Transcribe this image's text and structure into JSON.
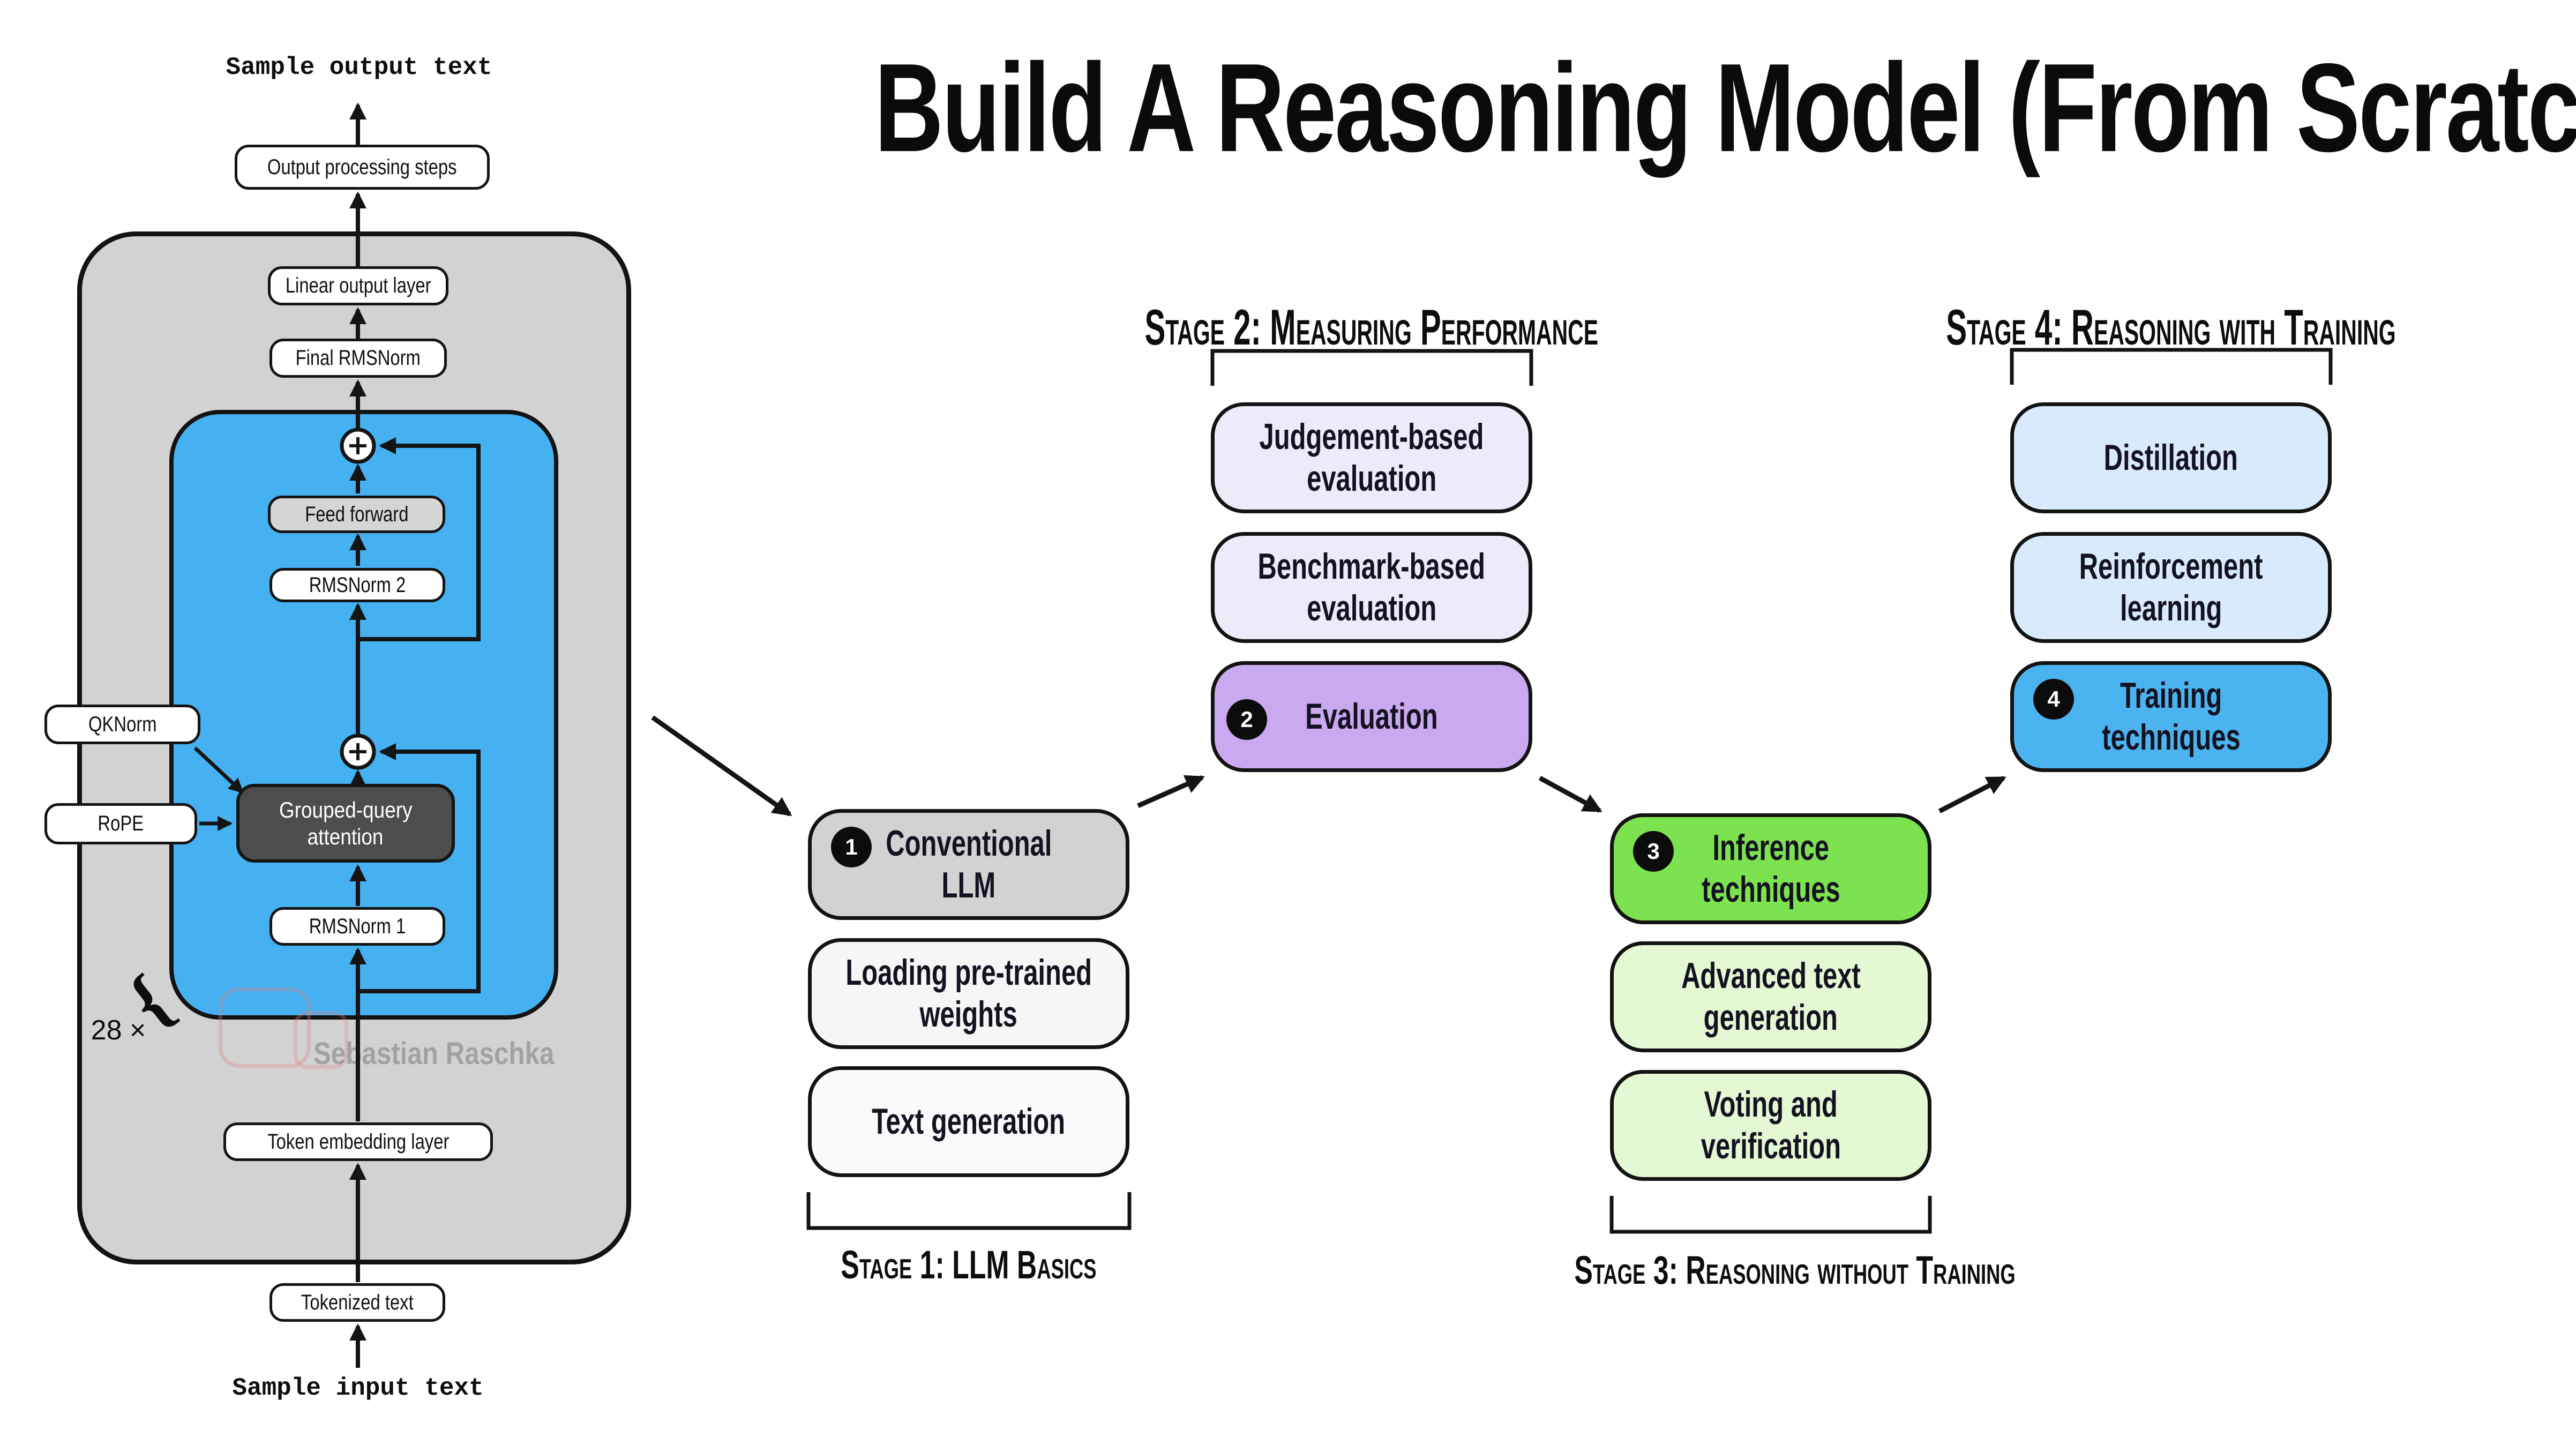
{
  "title": "Build A Reasoning Model (From Scratch)",
  "watermark": {
    "author": "Sebastian Raschka"
  },
  "architecture": {
    "sample_output": "Sample output text",
    "output_processing": "Output processing steps",
    "linear_output": "Linear output layer",
    "final_rmsnorm": "Final RMSNorm",
    "feed_forward": "Feed forward",
    "rmsnorm2": "RMSNorm 2",
    "gqa_lines": [
      "Grouped-query",
      "attention"
    ],
    "rmsnorm1": "RMSNorm 1",
    "qknorm": "QKNorm",
    "rope": "RoPE",
    "token_embedding": "Token embedding layer",
    "tokenized_text": "Tokenized text",
    "sample_input": "Sample input text",
    "repeat_label": "28 ×",
    "repeat_brace": "{"
  },
  "stage1": {
    "label": "Stage 1: LLM Basics",
    "boxes": [
      {
        "badge": "1",
        "lines": [
          "Conventional",
          "LLM"
        ]
      },
      {
        "lines": [
          "Loading pre-trained",
          "weights"
        ]
      },
      {
        "lines": [
          "Text generation"
        ]
      }
    ]
  },
  "stage2": {
    "label": "Stage 2: Measuring Performance",
    "boxes": [
      {
        "lines": [
          "Judgement-based",
          "evaluation"
        ]
      },
      {
        "lines": [
          "Benchmark-based",
          "evaluation"
        ]
      },
      {
        "badge": "2",
        "lines": [
          "Evaluation"
        ]
      }
    ]
  },
  "stage3": {
    "label": "Stage 3: Reasoning without Training",
    "boxes": [
      {
        "badge": "3",
        "lines": [
          "Inference",
          "techniques"
        ]
      },
      {
        "lines": [
          "Advanced text",
          "generation"
        ]
      },
      {
        "lines": [
          "Voting and",
          "verification"
        ]
      }
    ]
  },
  "stage4": {
    "label": "Stage 4: Reasoning with Training",
    "boxes": [
      {
        "lines": [
          "Distillation"
        ]
      },
      {
        "lines": [
          "Reinforcement",
          "learning"
        ]
      },
      {
        "badge": "4",
        "lines": [
          "Training",
          "techniques"
        ]
      }
    ]
  },
  "colors": {
    "container_gray": "#D2D2D2",
    "block_blue": "#45B1F1",
    "feed_forward_gray": "#D5D5D5",
    "attention_dark": "#4D4D4D",
    "stage1_accent": "#D2D2D2",
    "stage1_light": "#F6F6F6",
    "stage1_lighter": "#FAFAFA",
    "stage2_light": "#EFEAFA",
    "stage2_accent": "#C9A9EF",
    "stage3_accent": "#7DE24F",
    "stage3_light": "#E4F8D4",
    "stage4_light": "#D8EAFB",
    "stage4_accent": "#4CB3F1",
    "line_black": "#141414",
    "watermark_pink": "#E0807F"
  }
}
